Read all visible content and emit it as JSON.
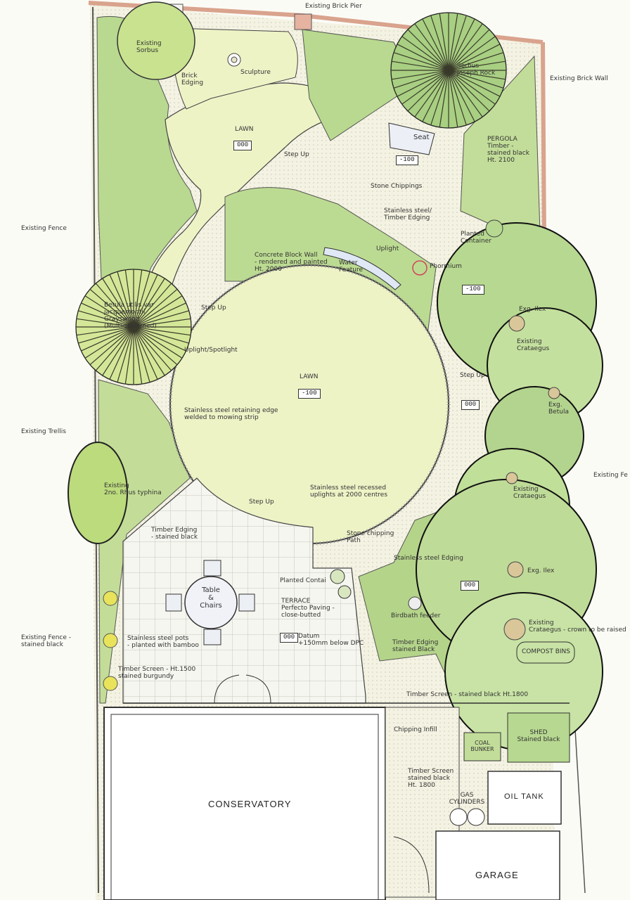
{
  "colors": {
    "lawn": "#eef3c6",
    "planting": "#b6d890",
    "planting_dark": "#8fc070",
    "paving": "#f4f4ee",
    "brick": "#e5b9a6",
    "shadow": "#8d82c6",
    "stone": "#f3f1df",
    "outline": "#333333"
  },
  "labels": {
    "brick_pier": "Existing Brick Pier",
    "brick_wall": "Existing Brick Wall",
    "existing_sorbus": "Existing\nSorbus",
    "brick_edging": "Brick\nEdging",
    "sculpture": "Sculpture",
    "lawn_top": "LAWN",
    "lawn_top_level": "000",
    "sorbus_new": "Sorbus\nJoseph Rock",
    "seat": "Seat",
    "pergola": "PERGOLA\nTimber -\nstained black\nHt. 2100",
    "step_up_1": "Step Up",
    "level_100_a": "-100",
    "stone_chippings": "Stone Chippings",
    "stainless_timber_edging": "Stainless steel/\nTimber Edging",
    "planted_container": "Planted\nContainer",
    "existing_fence": "Existing Fence",
    "concrete_wall": "Concrete Block Wall\n- rendered and painted\nHt. 2000",
    "uplight": "Uplight",
    "water_feature": "Water\nFeature",
    "phormium": "Phormium",
    "level_100_b": "-100",
    "betula_label": "Betula utilis var\njacquemontii\nGrayswood\n(Multi-stemmed)",
    "step_up_2": "Step Up",
    "exg_ilex_1": "Exg. Ilex",
    "existing_crataegus_1": "Existing\nCrataegus",
    "uplight_spotlight": "Uplight/Spotlight",
    "lawn_main": "LAWN",
    "lawn_main_level": "-100",
    "step_up_3": "Step Up",
    "level_000_a": "000",
    "exg_betula": "Exg.\nBetula",
    "retaining_edge": "Stainless steel retaining edge\nwelded to mowing strip",
    "existing_trellis": "Existing Trellis",
    "existing_fe": "Existing Fe",
    "existing_rhus": "Existing\n2no. Rhus typhina",
    "existing_crataegus_2": "Existing\nCrataegus",
    "recessed_uplights": "Stainless steel recessed\nuplights at 2000 centres",
    "step_up_4": "Step Up",
    "timber_edging_1": "Timber Edging\n- stained black",
    "stone_path": "Stone chipping\nPath",
    "stainless_edging": "Stainless steel Edging",
    "table_chairs": "Table\n&\nChairs",
    "planted_contai": "Planted Contai",
    "exg_ilex_2": "Exg. Ilex",
    "level_000_b": "000",
    "terrace": "TERRACE\nPerfecto Paving -\nclose-butted",
    "datum_level": "000",
    "datum_text": "Datum\n+150mm below DPC",
    "birdbath": "Birdbath feeder",
    "existing_crataegus_3": "Existing\nCrataegus - crown to be raised",
    "existing_fence_black": "Existing Fence -\nstained black",
    "stainless_pots": "Stainless steel pots\n- planted with bamboo",
    "timber_edging_2": "Timber Edging\nstained Black",
    "compost_bins": "COMPOST BINS",
    "timber_screen_1": "Timber Screen - Ht.1500\nstained burgundy",
    "timber_screen_2": "Timber Screen - stained black Ht.1800",
    "chipping_infill": "Chipping Infill",
    "coal_bunker": "COAL\nBUNKER",
    "shed": "SHED\nStained black",
    "conservatory": "CONSERVATORY",
    "timber_screen_3": "Timber Screen\nstained black\nHt. 1800",
    "gas_cylinders": "GAS\nCYLINDERS",
    "oil_tank": "OIL TANK",
    "garage": "GARAGE"
  }
}
